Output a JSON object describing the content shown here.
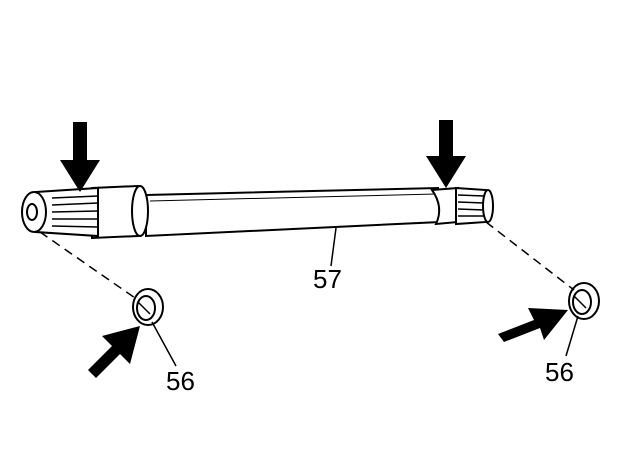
{
  "callouts": {
    "shaft": "57",
    "seal_left": "56",
    "seal_right": "56"
  },
  "colors": {
    "ink": "#000000",
    "paper": "#ffffff"
  }
}
